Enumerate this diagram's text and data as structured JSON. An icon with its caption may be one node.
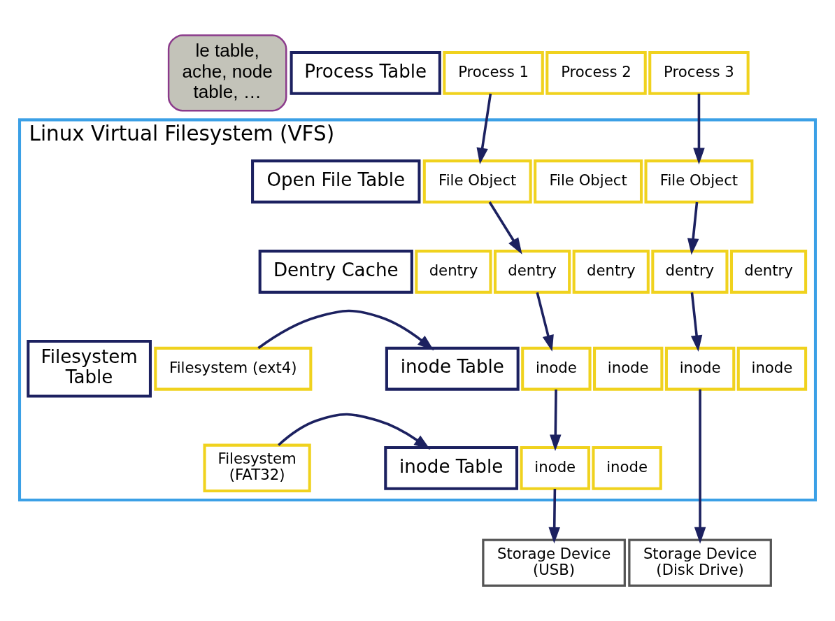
{
  "diagram": {
    "nodes": [
      {
        "text": [
          "le table, ache, node table, …"
        ]
      },
      {
        "text": [
          "Process Table"
        ]
      },
      {
        "text": [
          "Process 1"
        ]
      },
      {
        "text": [
          "Process 2"
        ]
      },
      {
        "text": [
          "Process 3"
        ]
      },
      {
        "text": [
          "Linux Virtual Filesystem (VFS)"
        ]
      },
      {
        "text": [
          "Open File Table"
        ],
        "in": 5
      },
      {
        "text": [
          "File Object"
        ],
        "in": 5
      },
      {
        "text": [
          "File Object"
        ],
        "in": 5
      },
      {
        "text": [
          "File Object"
        ],
        "in": 5
      },
      {
        "text": [
          "Dentry Cache"
        ],
        "in": 5
      },
      {
        "text": [
          "dentry"
        ],
        "in": 5
      },
      {
        "text": [
          "dentry"
        ],
        "in": 5
      },
      {
        "text": [
          "dentry"
        ],
        "in": 5
      },
      {
        "text": [
          "dentry"
        ],
        "in": 5
      },
      {
        "text": [
          "dentry"
        ],
        "in": 5
      },
      {
        "text": [
          "Filesystem Table"
        ],
        "in": 5
      },
      {
        "text": [
          "Filesystem (ext4)"
        ],
        "in": 5
      },
      {
        "text": [
          "Filesystem (FAT32)"
        ],
        "in": 5
      },
      {
        "text": [
          "inode Table"
        ],
        "in": 5
      },
      {
        "text": [
          "inode"
        ],
        "in": 5
      },
      {
        "text": [
          "inode"
        ],
        "in": 5
      },
      {
        "text": [
          "inode"
        ],
        "in": 5
      },
      {
        "text": [
          "inode"
        ],
        "in": 5
      },
      {
        "text": [
          "inode Table"
        ],
        "in": 5
      },
      {
        "text": [
          "inode"
        ],
        "in": 5
      },
      {
        "text": [
          "inode"
        ],
        "in": 5
      },
      {
        "text": [
          "Storage Device (USB)"
        ]
      },
      {
        "text": [
          "Storage Device (Disk Drive)"
        ]
      }
    ],
    "edges": [
      {
        "from": 2,
        "to": 7,
        "arrow": "to"
      },
      {
        "from": 4,
        "to": 9,
        "arrow": "to"
      },
      {
        "from": 7,
        "to": 12,
        "arrow": "to"
      },
      {
        "from": 9,
        "to": 14,
        "arrow": "to"
      },
      {
        "from": 12,
        "to": 20,
        "arrow": "to"
      },
      {
        "from": 14,
        "to": 22,
        "arrow": "to"
      },
      {
        "from": 17,
        "to": 19,
        "arrow": "to"
      },
      {
        "from": 18,
        "to": 24,
        "arrow": "to"
      },
      {
        "from": 20,
        "to": 25,
        "arrow": "to"
      },
      {
        "from": 25,
        "to": 27,
        "arrow": "to"
      },
      {
        "from": 22,
        "to": 28,
        "arrow": "to"
      }
    ]
  }
}
